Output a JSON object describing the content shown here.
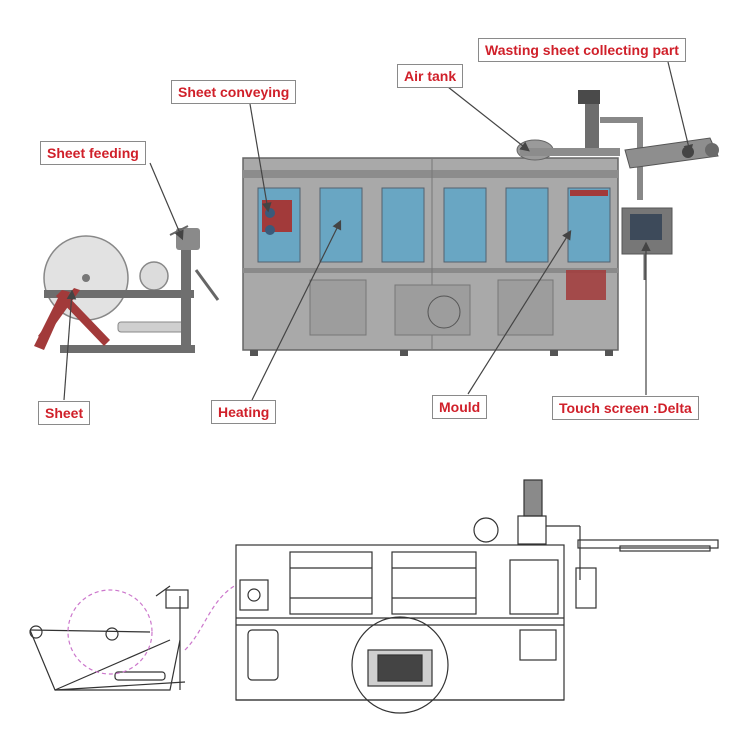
{
  "diagram": {
    "labels": {
      "wasting_sheet": "Wasting sheet collecting part",
      "air_tank": "Air tank",
      "sheet_conveying": "Sheet conveying",
      "sheet_feeding": "Sheet feeding",
      "sheet": "Sheet",
      "heating": "Heating",
      "mould": "Mould",
      "touch_screen": "Touch screen :Delta"
    },
    "colors": {
      "label_text": "#d0202a",
      "leader_line": "#444444",
      "machine_body": "#9a9a9a",
      "window_glass": "#5fa6c8",
      "frame_red": "#a23a3a",
      "dashed_circle": "#cc77cc"
    }
  }
}
